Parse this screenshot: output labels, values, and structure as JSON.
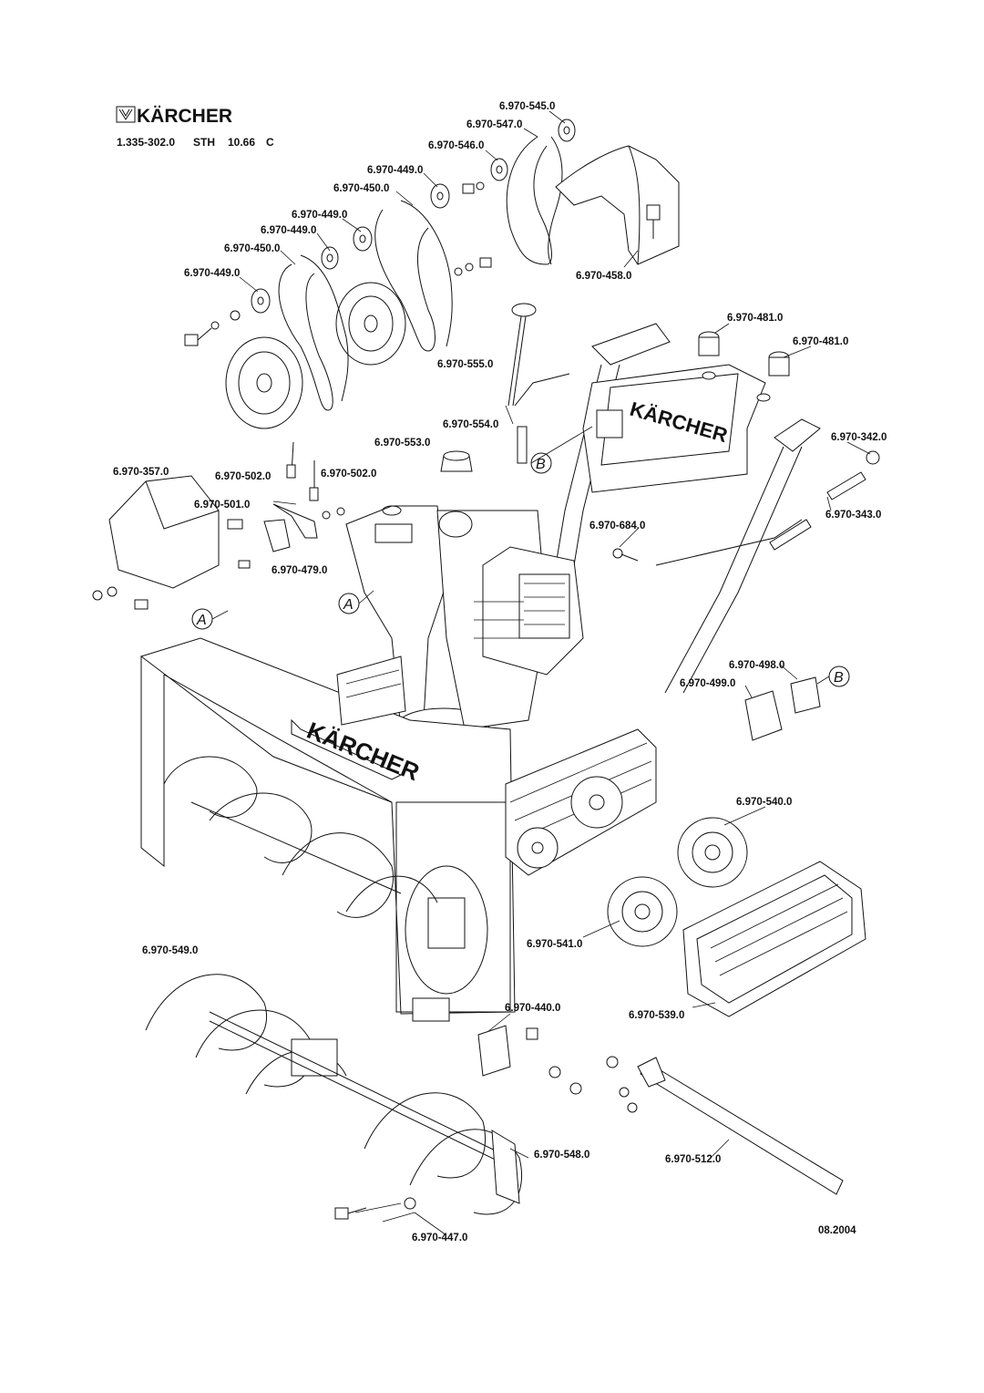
{
  "brand": {
    "name": "KÄRCHER",
    "machine_name": "KÄRCHER"
  },
  "header": {
    "doc_code": "1.335-302.0",
    "model": "STH",
    "version": "10.66",
    "variant": "C"
  },
  "date": "08.2004",
  "callouts": {
    "a": "A",
    "b": "B"
  },
  "parts": [
    {
      "number": "6.970-545.0"
    },
    {
      "number": "6.970-547.0"
    },
    {
      "number": "6.970-546.0"
    },
    {
      "number": "6.970-449.0"
    },
    {
      "number": "6.970-450.0"
    },
    {
      "number": "6.970-449.0"
    },
    {
      "number": "6.970-449.0"
    },
    {
      "number": "6.970-450.0"
    },
    {
      "number": "6.970-449.0"
    },
    {
      "number": "6.970-458.0"
    },
    {
      "number": "6.970-481.0"
    },
    {
      "number": "6.970-481.0"
    },
    {
      "number": "6.970-555.0"
    },
    {
      "number": "6.970-554.0"
    },
    {
      "number": "6.970-553.0"
    },
    {
      "number": "6.970-342.0"
    },
    {
      "number": "6.970-357.0"
    },
    {
      "number": "6.970-502.0"
    },
    {
      "number": "6.970-502.0"
    },
    {
      "number": "6.970-501.0"
    },
    {
      "number": "6.970-684.0"
    },
    {
      "number": "6.970-343.0"
    },
    {
      "number": "6.970-479.0"
    },
    {
      "number": "6.970-498.0"
    },
    {
      "number": "6.970-499.0"
    },
    {
      "number": "6.970-540.0"
    },
    {
      "number": "6.970-549.0"
    },
    {
      "number": "6.970-541.0"
    },
    {
      "number": "6.970-440.0"
    },
    {
      "number": "6.970-539.0"
    },
    {
      "number": "6.970-548.0"
    },
    {
      "number": "6.970-512.0"
    },
    {
      "number": "6.970-447.0"
    }
  ]
}
